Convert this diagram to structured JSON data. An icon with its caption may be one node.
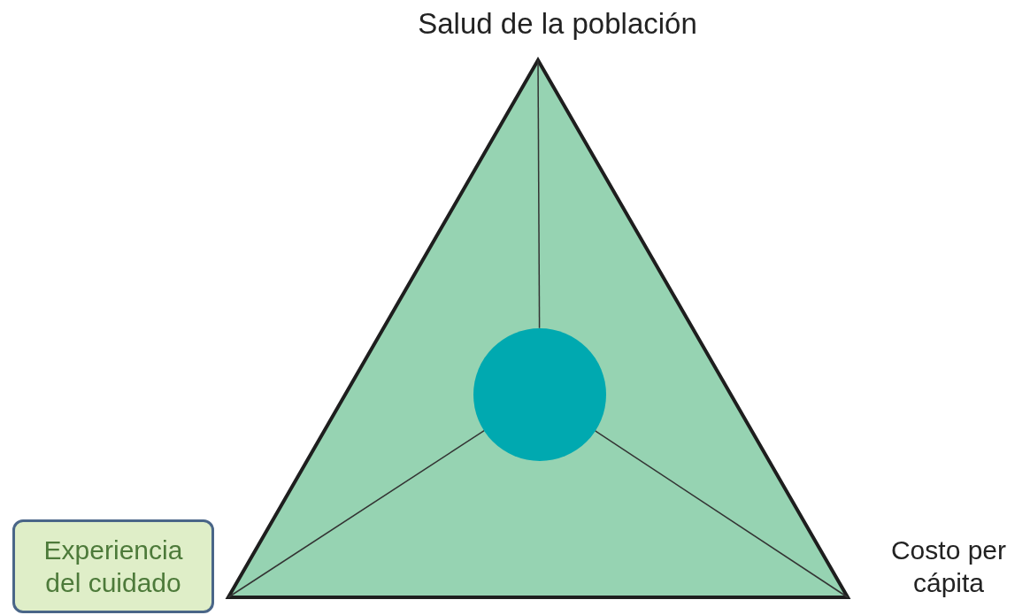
{
  "diagram": {
    "nodes": [
      {
        "text": [],
        "shape": "triangle"
      },
      {
        "text": [],
        "shape": "circle",
        "in": 0
      },
      {
        "text": [
          "Salud de la población"
        ]
      },
      {
        "text": [
          "Experiencia del cuidado"
        ]
      },
      {
        "text": [
          "Costo per cápita"
        ]
      }
    ],
    "edges": [
      {
        "from": 1,
        "to": 2,
        "arrow": "none"
      },
      {
        "from": 1,
        "to": 3,
        "arrow": "none"
      },
      {
        "from": 1,
        "to": 4,
        "arrow": "none"
      }
    ]
  }
}
